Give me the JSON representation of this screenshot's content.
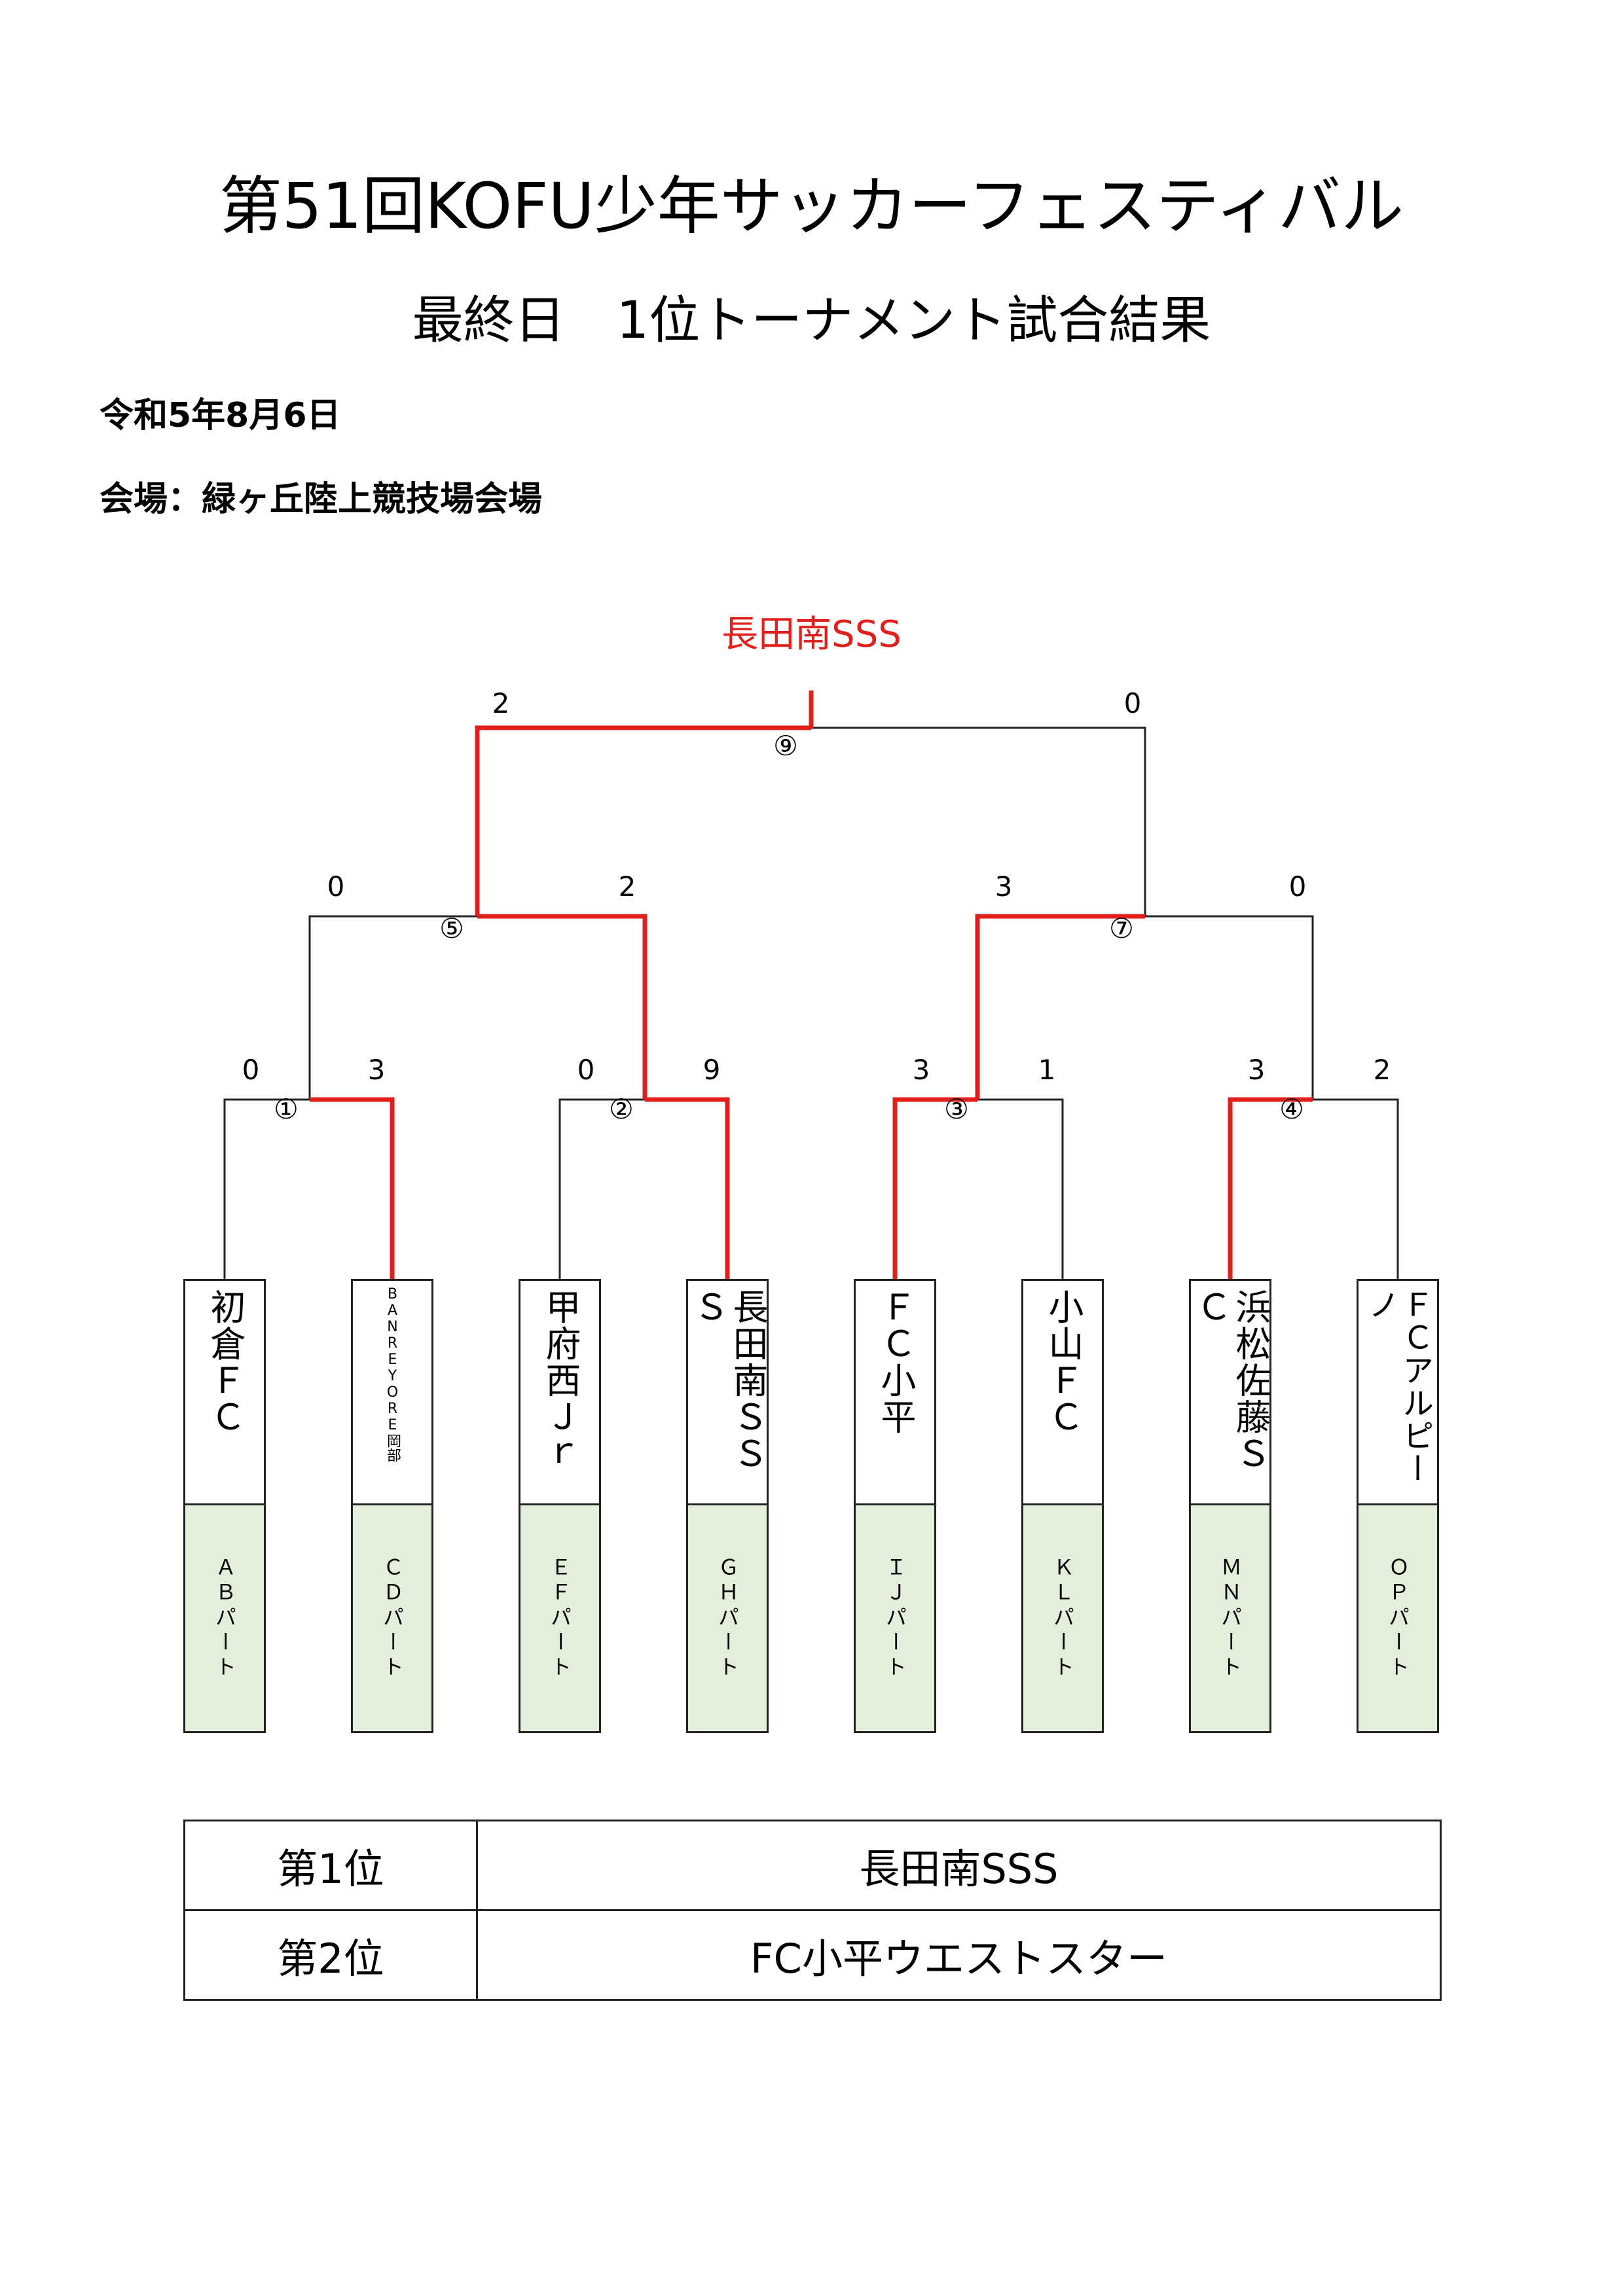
{
  "title": "第51回KOFU少年サッカーフェスティバル",
  "subtitle": "最終日　1位トーナメント試合結果",
  "date": "令和5年8月6日",
  "venue": "会場：緑ヶ丘陸上競技場会場",
  "bracket_line_color": "#e0201c",
  "champion": "長田南SSS",
  "teams": [
    {
      "name": "初倉ＦＣ",
      "part": "ＡＢパート"
    },
    {
      "name": "BANREYORE岡部",
      "part": "ＣＤパート"
    },
    {
      "name": "甲府西Ｊｒ",
      "part": "ＥＦパート"
    },
    {
      "name": "長田南ＳＳＳ",
      "part": "ＧＨパート"
    },
    {
      "name": "ＦＣ小平",
      "part": "ＩＪパート"
    },
    {
      "name": "小山ＦＣ",
      "part": "ＫＬパート"
    },
    {
      "name": "浜松佐藤ＳＣ",
      "part": "ＭＮパート"
    },
    {
      "name": "ＦＣアルピーノ",
      "part": "ＯＰパート"
    }
  ],
  "matches": [
    {
      "number": "①",
      "left_score": "0",
      "right_score": "3"
    },
    {
      "number": "②",
      "left_score": "0",
      "right_score": "9"
    },
    {
      "number": "③",
      "left_score": "3",
      "right_score": "1"
    },
    {
      "number": "④",
      "left_score": "3",
      "right_score": "2"
    },
    {
      "number": "⑤",
      "left_score": "0",
      "right_score": "2"
    },
    {
      "number": "⑦",
      "left_score": "3",
      "right_score": "0"
    },
    {
      "number": "⑨",
      "left_score": "2",
      "right_score": "0"
    }
  ],
  "results": [
    {
      "rank": "第1位",
      "team": "長田南SSS"
    },
    {
      "rank": "第2位",
      "team": "FC小平ウエストスター"
    }
  ]
}
